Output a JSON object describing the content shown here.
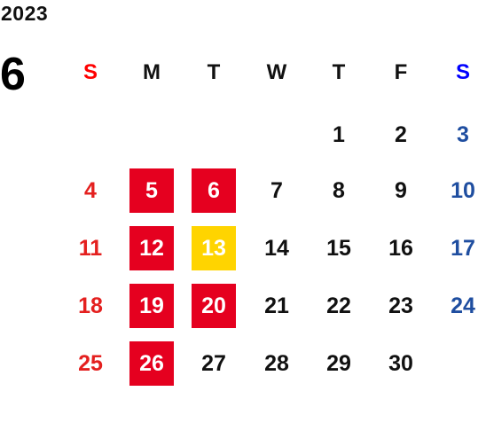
{
  "calendar": {
    "year": "2023",
    "month": "6",
    "weekdays": [
      "S",
      "M",
      "T",
      "W",
      "T",
      "F",
      "S"
    ],
    "colors": {
      "sunday": "#e4201f",
      "saturday": "#1f4ea0",
      "sunday_header": "#ff0000",
      "saturday_header": "#0000ff",
      "weekday": "#111111",
      "highlight_red": "#e5001f",
      "highlight_yellow": "#ffd400",
      "highlight_text": "#ffffff"
    },
    "weeks": [
      [
        "",
        "",
        "",
        "",
        "1",
        "2",
        "3"
      ],
      [
        "4",
        "5",
        "6",
        "7",
        "8",
        "9",
        "10"
      ],
      [
        "11",
        "12",
        "13",
        "14",
        "15",
        "16",
        "17"
      ],
      [
        "18",
        "19",
        "20",
        "21",
        "22",
        "23",
        "24"
      ],
      [
        "25",
        "26",
        "27",
        "28",
        "29",
        "30",
        ""
      ]
    ],
    "highlighted_red": [
      "5",
      "6",
      "12",
      "19",
      "20",
      "26"
    ],
    "highlighted_yellow": [
      "13"
    ]
  }
}
